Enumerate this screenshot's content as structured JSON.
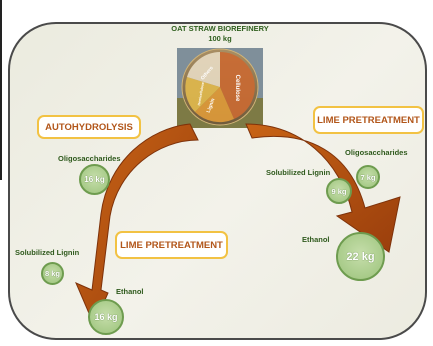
{
  "header": {
    "title": "OAT STRAW BIOREFINERY",
    "amount": "100 kg"
  },
  "bale": {
    "segments": [
      "Cellulose",
      "Lignin",
      "Hemicellulose",
      "Others"
    ]
  },
  "process_left": {
    "label": "AUTOHYDROLYSIS"
  },
  "process_right": {
    "label": "LIME PRETREATMENT"
  },
  "process_bottom": {
    "label": "LIME PRETREATMENT"
  },
  "left_oligos": {
    "label": "Oligosaccharides",
    "value": "16 kg"
  },
  "left_lignin": {
    "label": "Solubilized Lignin",
    "value": "8 kg"
  },
  "left_ethanol": {
    "label": "Ethanol",
    "value": "16 kg"
  },
  "right_lignin": {
    "label": "Solubilized Lignin",
    "value": "9 kg"
  },
  "right_oligos": {
    "label": "Oligosaccharides",
    "value": "7 kg"
  },
  "right_ethanol": {
    "label": "Ethanol",
    "value": "22 kg"
  },
  "colors": {
    "arrow": "#a8480f",
    "box_border": "#f2c243",
    "circle": "#a8cb89",
    "text_green": "#2f5a1d"
  }
}
